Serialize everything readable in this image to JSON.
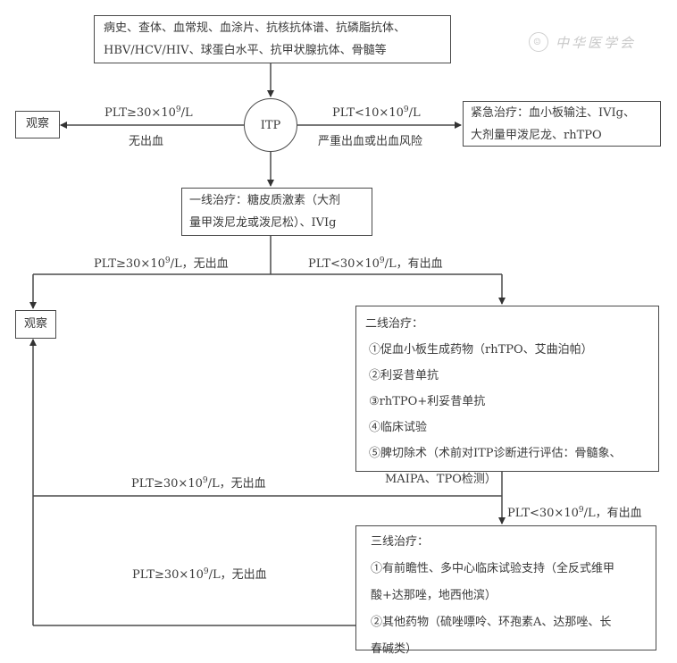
{
  "watermark": {
    "seal": "☺",
    "text": "中华医学会"
  },
  "nodes": {
    "workup": {
      "lines": [
        "病史、查体、血常规、血涂片、抗核抗体谱、抗磷脂抗体、",
        "HBV/HCV/HIV、球蛋白水平、抗甲状腺抗体、骨髓等"
      ]
    },
    "itp": {
      "label": "ITP"
    },
    "observe_top": {
      "label": "观察"
    },
    "emergency": {
      "lines": [
        "紧急治疗：血小板输注、IVIg、",
        "大剂量甲泼尼龙、rhTPO"
      ]
    },
    "first_line": {
      "lines": [
        "一线治疗：糖皮质激素（大剂",
        "量甲泼尼龙或泼尼松）、IVIg"
      ]
    },
    "observe_mid": {
      "label": "观察"
    },
    "second_line": {
      "title": "二线治疗：",
      "items": [
        "①促血小板生成药物（rhTPO、艾曲泊帕）",
        "②利妥昔单抗",
        "③rhTPO+利妥昔单抗",
        "④临床试验",
        "⑤脾切除术（术前对ITP诊断进行评估：骨髓象、",
        "MAIPA、TPO检测）"
      ]
    },
    "third_line": {
      "title": "三线治疗：",
      "items": [
        "①有前瞻性、多中心临床试验支持（全反式维甲",
        "酸+达那唑，地西他滨）",
        "②其他药物（硫唑嘌呤、环孢素A、达那唑、长",
        "春碱类）"
      ]
    }
  },
  "edges": {
    "itp_to_observe": {
      "top": "PLT≥30×10",
      "exp": "9",
      "unit": "/L",
      "bottom": "无出血"
    },
    "itp_to_emergency": {
      "top": "PLT<10×10",
      "exp": "9",
      "unit": "/L",
      "bottom": "严重出血或出血风险"
    },
    "first_to_observe": {
      "pre": "PLT≥30×10",
      "exp": "9",
      "post": "/L，无出血"
    },
    "first_to_second": {
      "pre": "PLT<30×10",
      "exp": "9",
      "post": "/L，有出血"
    },
    "second_to_observe": {
      "pre": "PLT≥30×10",
      "exp": "9",
      "post": "/L，无出血"
    },
    "second_to_third": {
      "pre": "PLT<30×10",
      "exp": "9",
      "post": "/L，有出血"
    },
    "third_to_observe": {
      "pre": "PLT≥30×10",
      "exp": "9",
      "post": "/L，无出血"
    }
  }
}
